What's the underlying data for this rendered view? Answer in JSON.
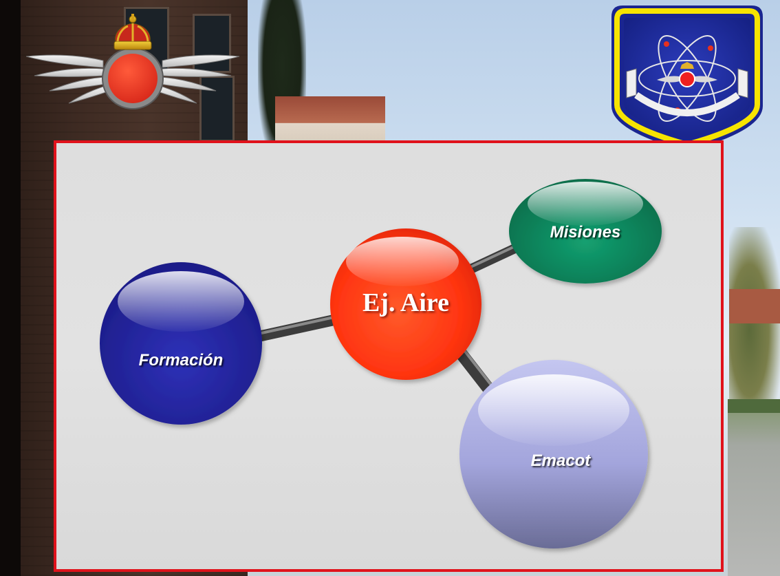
{
  "diagram": {
    "center": {
      "label": "Ej. Aire",
      "color": "#ff3a12"
    },
    "nodes": [
      {
        "id": "misiones",
        "label": "Misiones",
        "color": "#0f8a5e"
      },
      {
        "id": "formacion",
        "label": "Formación",
        "color": "#24259c"
      },
      {
        "id": "emacot",
        "label": "Emacot",
        "color": "#9c9ed6"
      }
    ]
  },
  "logos": {
    "left": {
      "name": "air-force-wings-crown-emblem",
      "colors": {
        "wings": "#e8e8e8",
        "disc": "#e8301e",
        "crown": "#d4a017"
      }
    },
    "right": {
      "name": "command-control-school-shield",
      "colors": {
        "field": "#1c2a9a",
        "border": "#f7e400",
        "accent": "#e8301e"
      }
    }
  },
  "colors": {
    "panel_border": "#e0121b",
    "panel_fill": "#dedede"
  }
}
